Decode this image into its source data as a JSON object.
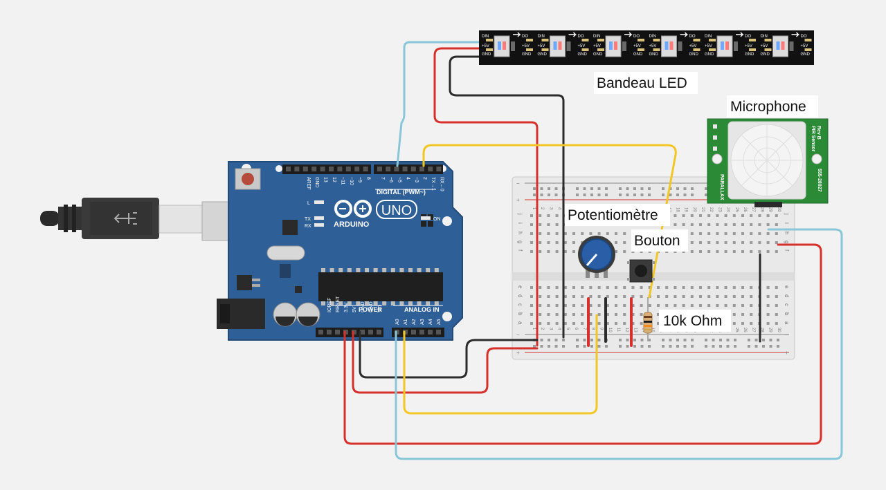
{
  "labels": {
    "led_strip": "Bandeau LED",
    "microphone": "Microphone",
    "potentiometer": "Potentiomètre",
    "button": "Bouton",
    "resistor": "10k Ohm"
  },
  "arduino": {
    "logo_text": "ARDUINO",
    "model": "UNO",
    "digital_header": "DIGITAL (PWM~)",
    "power_header": "POWER",
    "analog_header": "ANALOG IN",
    "led_l": "L",
    "led_tx": "TX",
    "led_rx": "RX",
    "led_on": "ON",
    "top_pins": [
      "AREF",
      "GND",
      "13",
      "12",
      "~11",
      "~10",
      "~9",
      "8",
      "7",
      "~6",
      "~5",
      "4",
      "~3",
      "2",
      "TX→1",
      "RX←0"
    ],
    "power_pins": [
      "IOREF",
      "RESET",
      "3.3V",
      "5V",
      "GND",
      "GND",
      "Vin"
    ],
    "analog_pins": [
      "A0",
      "A1",
      "A2",
      "A3",
      "A4",
      "A5"
    ]
  },
  "led_strip": {
    "pin_din": "DIN",
    "pin_5v": "+5V",
    "pin_gnd": "GND",
    "pin_do": "DO"
  },
  "pir": {
    "brand": "PARALLAX",
    "model_line1": "PIR Sensor",
    "model_line2": "Rev B",
    "part": "555-28027"
  },
  "breadboard": {
    "rail_plus": "+",
    "rail_minus": "−",
    "row_letters_top": [
      "j",
      "i",
      "h",
      "g",
      "f"
    ],
    "row_letters_bottom": [
      "e",
      "d",
      "c",
      "b",
      "a"
    ],
    "column_numbers": [
      "1",
      "2",
      "3",
      "4",
      "5",
      "6",
      "7",
      "8",
      "9",
      "10",
      "11",
      "12",
      "13",
      "14",
      "15",
      "16",
      "17",
      "18",
      "19",
      "20",
      "21",
      "22",
      "23",
      "24",
      "25",
      "26",
      "27",
      "28",
      "29",
      "30"
    ]
  },
  "colors": {
    "wire_red": "#d7302a",
    "wire_black": "#2b2b2b",
    "wire_yellow": "#f2c724",
    "wire_blue": "#89c6d8",
    "arduino_blue": "#2f5f97",
    "pir_green": "#2a8a36",
    "strip_black": "#111111"
  }
}
